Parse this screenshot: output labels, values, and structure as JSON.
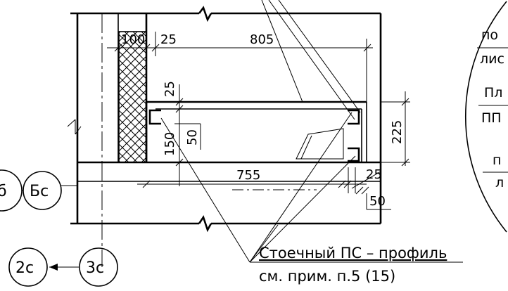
{
  "dimensions": {
    "d100": "100",
    "d25_top": "25",
    "d805": "805",
    "d25_vert": "25",
    "d150": "150",
    "d50_vert": "50",
    "d225": "225",
    "d755": "755",
    "d25_right": "25",
    "d50_right": "50"
  },
  "axis_markers": {
    "left_partial": "б",
    "bc": "Бс",
    "c2": "2с",
    "c3": "3с"
  },
  "callout": {
    "line1": "Стоечный ПС – профиль",
    "line2": "см. прим. п.5 (15)"
  },
  "side_note": {
    "line1": "по",
    "line2": "лис",
    "line3": "Пл",
    "line4": "ПП",
    "line5": "п",
    "line6": "л"
  }
}
